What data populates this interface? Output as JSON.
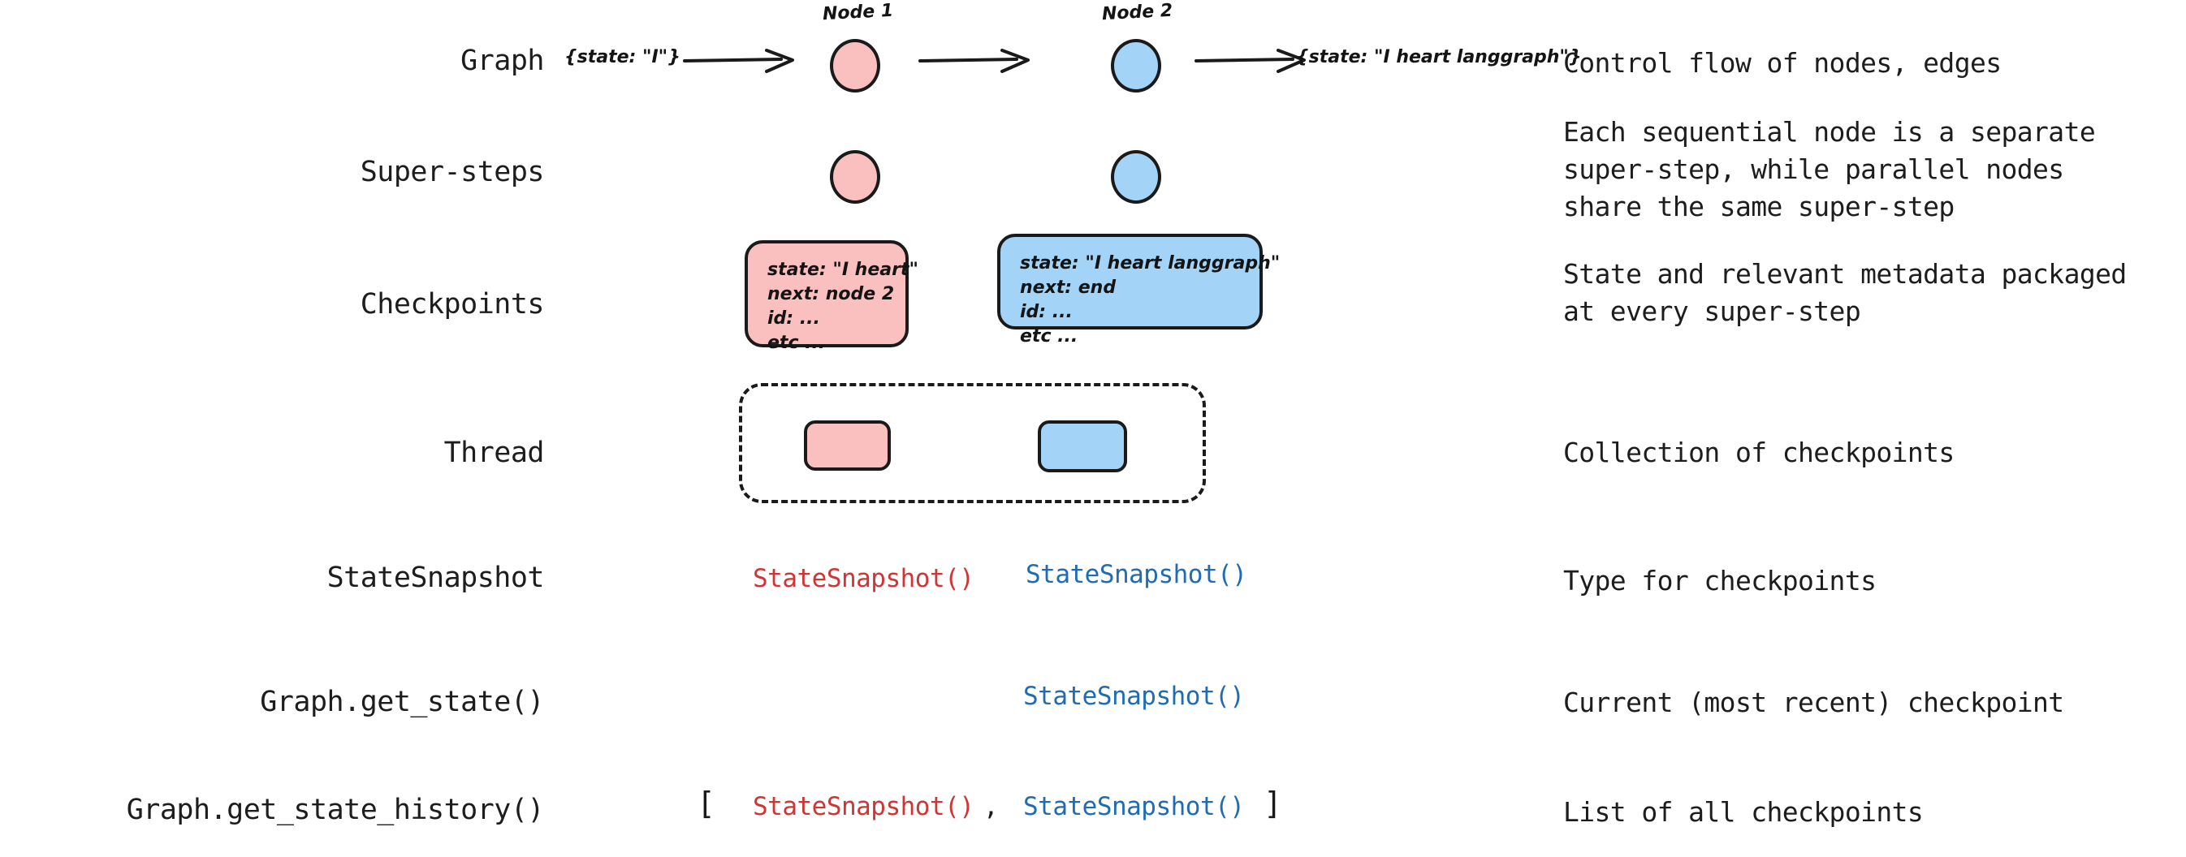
{
  "colors": {
    "pink_fill": "#fac0c0",
    "blue_fill": "#a3d4f7",
    "stroke": "#1a1a1a",
    "snapshot_red": "#cf3535",
    "snapshot_blue": "#1f6cb5",
    "background": "#ffffff"
  },
  "rows": {
    "graph": {
      "label": "Graph",
      "description": [
        "Control flow of nodes, edges"
      ],
      "input_state": "{state: \"I\"}",
      "output_state": "{state: \"I heart langgraph\"}",
      "node1_caption": "Node 1",
      "node2_caption": "Node 2"
    },
    "super_steps": {
      "label": "Super-steps",
      "description": [
        "Each sequential node is a separate",
        "super-step, while parallel nodes",
        "share the same super-step"
      ]
    },
    "checkpoints": {
      "label": "Checkpoints",
      "description": [
        "State and relevant metadata packaged",
        "at every super-step"
      ],
      "card1": {
        "state": "state: \"I heart\"",
        "next": "next: node 2",
        "id": "id: ...",
        "etc": "etc ..."
      },
      "card2": {
        "state": "state: \"I heart langgraph\"",
        "next": "next: end",
        "id": "id: ...",
        "etc": "etc ..."
      }
    },
    "thread": {
      "label": "Thread",
      "description": [
        "Collection of checkpoints"
      ]
    },
    "state_snapshot": {
      "label": "StateSnapshot",
      "description": [
        "Type for checkpoints"
      ],
      "snapshot_red": "StateSnapshot()",
      "snapshot_blue": "StateSnapshot()"
    },
    "get_state": {
      "label": "Graph.get_state()",
      "description": [
        "Current (most recent) checkpoint"
      ],
      "snapshot_blue": "StateSnapshot()"
    },
    "get_state_history": {
      "label": "Graph.get_state_history()",
      "description": [
        "List of all checkpoints"
      ],
      "open_bracket": "[",
      "snapshot_red": "StateSnapshot()",
      "comma": ",",
      "snapshot_blue": "StateSnapshot()",
      "close_bracket": "]"
    }
  }
}
